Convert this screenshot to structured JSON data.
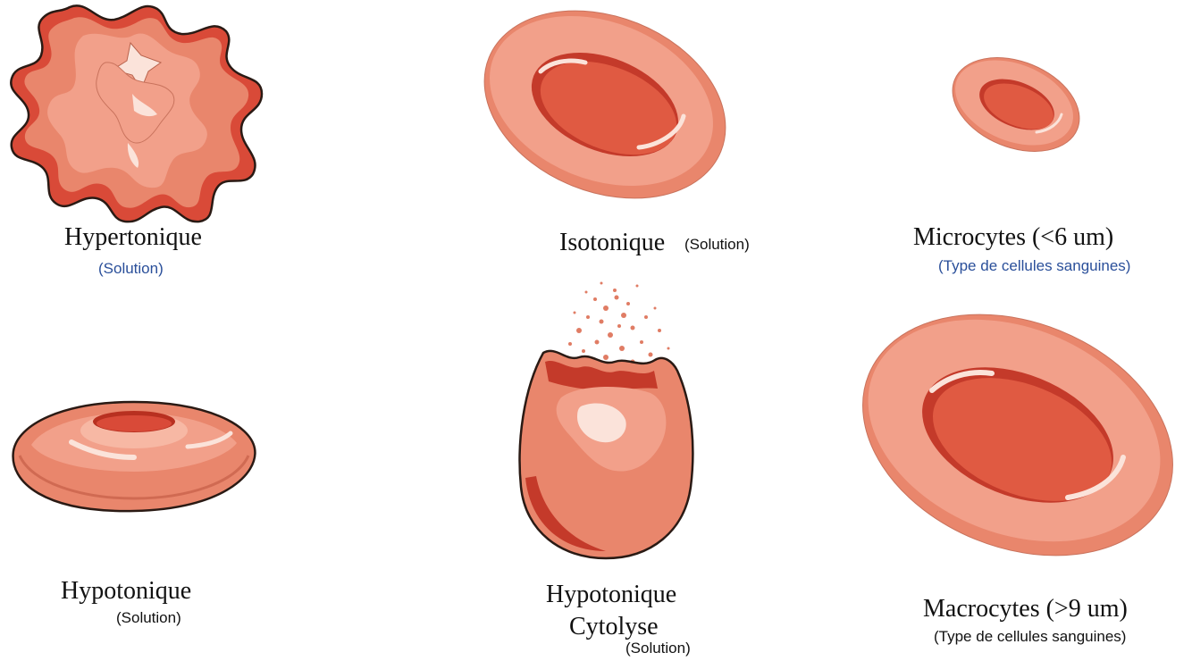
{
  "colors": {
    "outline": "#2a1a14",
    "cell_light": "#f2a08a",
    "cell_mid": "#e9866c",
    "cell_dark": "#d94a38",
    "highlight": "#fbe3da",
    "subtitle_blue": "#2a4f9a"
  },
  "cells": [
    {
      "id": "hypertonic",
      "title": "Hypertonique",
      "subtitle": "(Solution)"
    },
    {
      "id": "isotonic",
      "title": "Isotonique",
      "subtitle": "(Solution)"
    },
    {
      "id": "microcytes",
      "title": "Microcytes (<6 um)",
      "subtitle": "(Type de cellules sanguines)"
    },
    {
      "id": "hypotonic",
      "title": "Hypotonique",
      "subtitle": "(Solution)"
    },
    {
      "id": "cytolysis",
      "title_line1": "Hypotonique",
      "title_line2": "Cytolyse",
      "subtitle": "(Solution)"
    },
    {
      "id": "macrocytes",
      "title": "Macrocytes (>9 um)",
      "subtitle": "(Type de cellules sanguines)"
    }
  ]
}
